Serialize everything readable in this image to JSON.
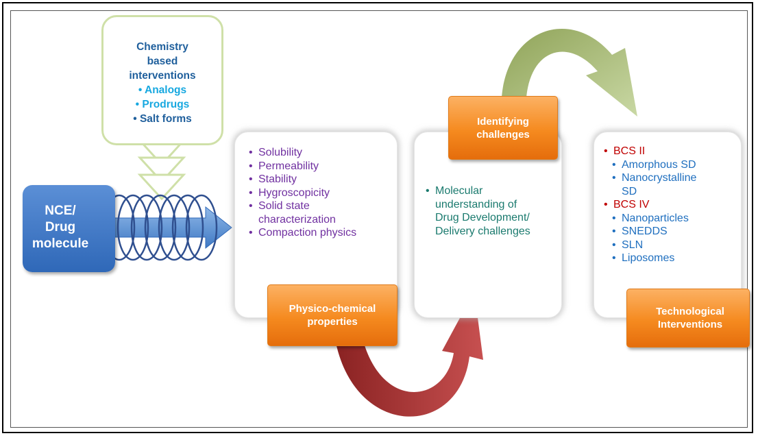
{
  "chemistry": {
    "title": "Chemistry\nbased\ninterventions",
    "items": [
      "Analogs",
      "Prodrugs",
      "Salt forms"
    ],
    "colors": {
      "title": "#1f5f9c",
      "item1": "#17a8e0",
      "item2": "#17a8e0",
      "item3": "#1f5f9c"
    }
  },
  "nce": {
    "label": "NCE/\nDrug\nmolecule"
  },
  "physico": {
    "items": [
      "Solubility",
      "Permeability",
      "Stability",
      "Hygroscopicity",
      "Solid state characterization",
      "Compaction physics"
    ],
    "label": "Physico-chemical\nproperties",
    "color": "#7030a0"
  },
  "challenges": {
    "items": [
      "Molecular understanding of Drug Development/ Delivery challenges"
    ],
    "label": "Identifying\nchallenges",
    "color": "#1a7a6e"
  },
  "technological": {
    "groups": [
      {
        "title": "BCS II",
        "items": [
          "Amorphous SD",
          "Nanocrystalline SD"
        ]
      },
      {
        "title": "BCS IV",
        "items": [
          "Nanoparticles",
          "SNEDDS",
          "SLN",
          "Liposomes"
        ]
      }
    ],
    "label": "Technological\nInterventions",
    "colors": {
      "group": "#c00000",
      "item": "#1f6fbf"
    }
  }
}
